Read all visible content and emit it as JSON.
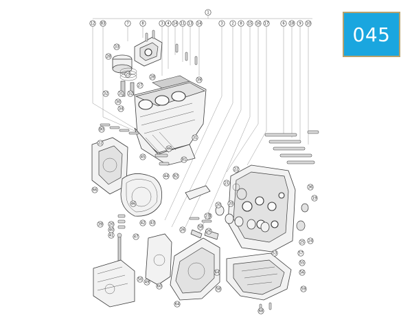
{
  "badge": {
    "label": "045"
  },
  "top_callout": "1",
  "header_callouts": [
    "12",
    "83",
    "7",
    "8",
    "3",
    "4",
    "14",
    "11",
    "13",
    "14",
    "3",
    "2",
    "8",
    "15",
    "16",
    "17",
    "6",
    "18",
    "9",
    "10"
  ],
  "part_callouts": [
    "33",
    "28",
    "29",
    "32",
    "31",
    "30",
    "34",
    "32",
    "27",
    "28",
    "39",
    "31",
    "80",
    "22",
    "81",
    "46",
    "82",
    "66",
    "45",
    "44",
    "46",
    "39",
    "20",
    "40",
    "41",
    "42",
    "43",
    "47",
    "23",
    "21",
    "20",
    "22",
    "20",
    "36",
    "19",
    "26",
    "58",
    "26",
    "24",
    "23",
    "25",
    "50",
    "49",
    "60",
    "53",
    "57",
    "64",
    "55",
    "56",
    "58",
    "59",
    "64",
    "68"
  ],
  "colors": {
    "badge_bg": "#1aa6df",
    "badge_border": "#b7a16a",
    "line": "#3a3a3a"
  }
}
